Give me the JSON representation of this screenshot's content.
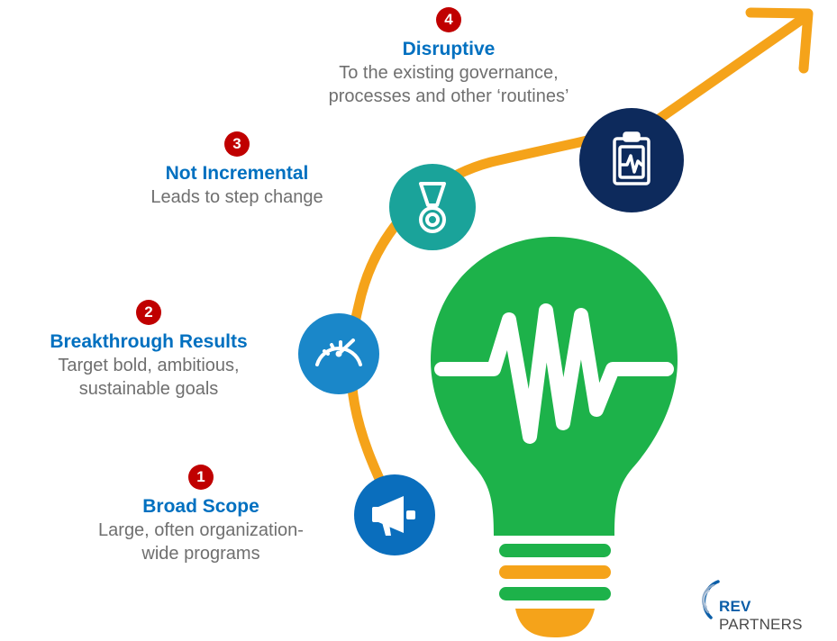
{
  "steps": [
    {
      "number": "1",
      "title": "Broad Scope",
      "desc_line1": "Large, often organization-",
      "desc_line2": "wide programs",
      "icon": "megaphone-icon"
    },
    {
      "number": "2",
      "title": "Breakthrough Results",
      "desc_line1": "Target bold, ambitious,",
      "desc_line2": "sustainable goals",
      "icon": "speedometer-icon"
    },
    {
      "number": "3",
      "title": "Not Incremental",
      "desc_line1": "Leads to step change",
      "icon": "medal-icon"
    },
    {
      "number": "4",
      "title": "Disruptive",
      "desc_line1": "To the existing governance,",
      "desc_line2": "processes and other ‘routines’",
      "icon": "clipboard-chart-icon"
    }
  ],
  "logo": {
    "rev": "REV",
    "partners": "PARTNERS"
  },
  "colors": {
    "badge": "#c00000",
    "title": "#0070c0",
    "desc": "#6f6f6f",
    "arrow": "#f5a31a",
    "bulb": "#1db24a",
    "circle1": "#0a6ebd",
    "circle2": "#1a87c9",
    "circle3": "#1aa39a",
    "circle4": "#0d2a5c"
  }
}
